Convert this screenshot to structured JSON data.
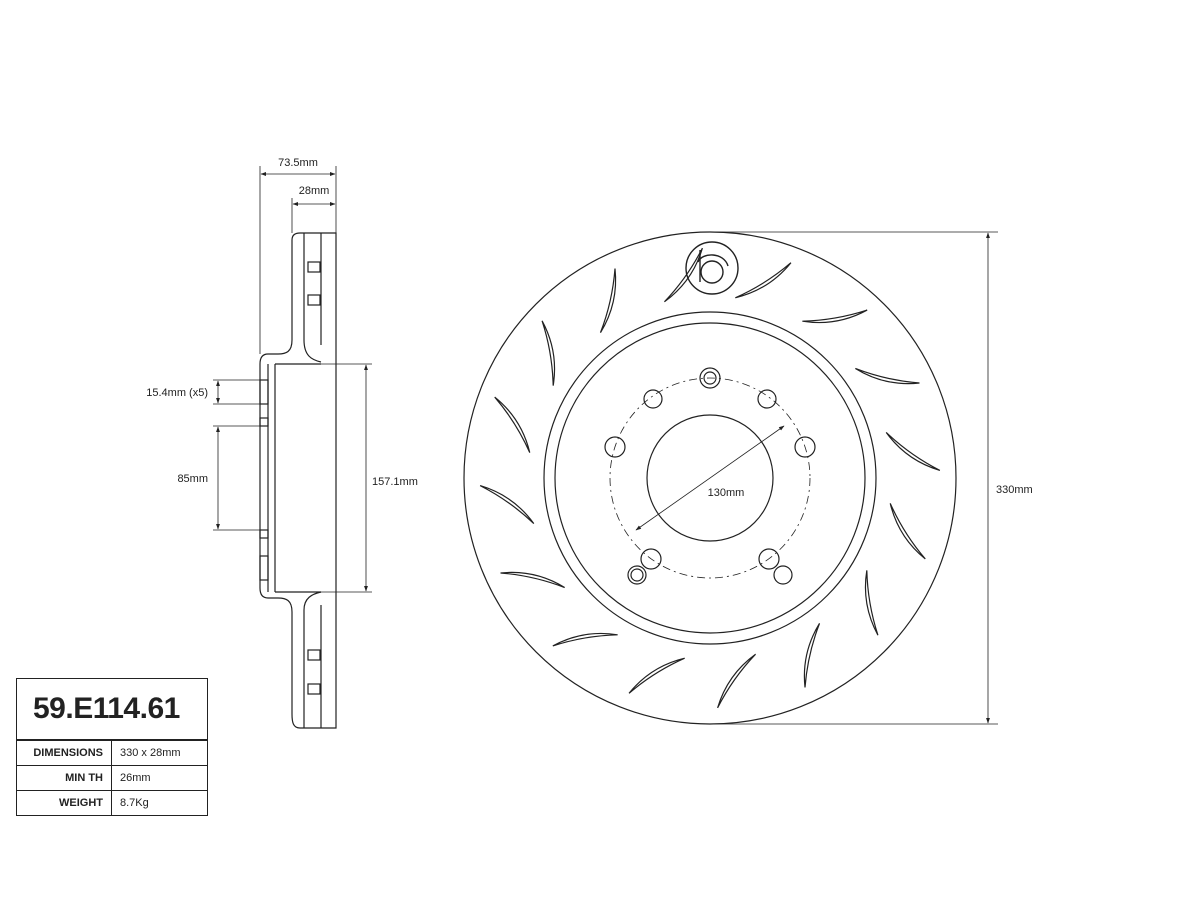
{
  "dimensions": {
    "overall_width": "73.5mm",
    "disc_thickness": "28mm",
    "bolt_hole": "15.4mm (x5)",
    "center_bore": "85mm",
    "hat_diameter": "157.1mm",
    "pcd": "130mm",
    "outer_diameter": "330mm"
  },
  "spec_card": {
    "part_number": "59.E114.61",
    "rows": [
      {
        "label": "DIMENSIONS",
        "value": "330 x 28mm"
      },
      {
        "label": "MIN TH",
        "value": "26mm"
      },
      {
        "label": "WEIGHT",
        "value": "8.7Kg"
      }
    ]
  },
  "colors": {
    "line": "#222222",
    "background": "#ffffff"
  },
  "icons": {
    "logo": "brembo-logo-icon"
  }
}
